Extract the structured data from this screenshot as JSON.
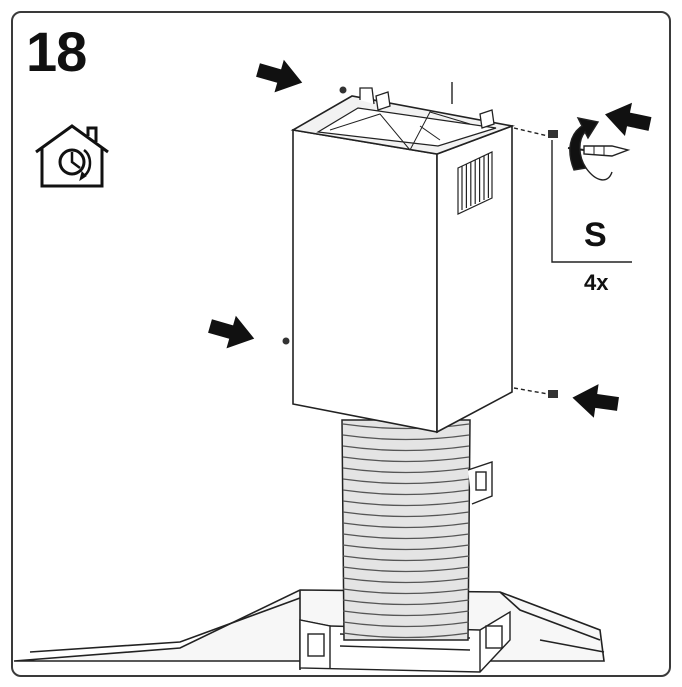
{
  "step": {
    "number": "18"
  },
  "screws": {
    "size_label": "S",
    "quantity_label": "4x"
  },
  "icons": {
    "mode_icon": "recirculation-mode-icon",
    "arrow_icon": "pointing-arrow-icon",
    "screwdriver_icon": "screwdriver-icon",
    "rotation_icon": "rotation-arrow-icon"
  },
  "colors": {
    "line": "#222222",
    "duct_fill": "#e4e4e4",
    "panel_fill": "#ffffff",
    "arrow_fill": "#111111"
  }
}
